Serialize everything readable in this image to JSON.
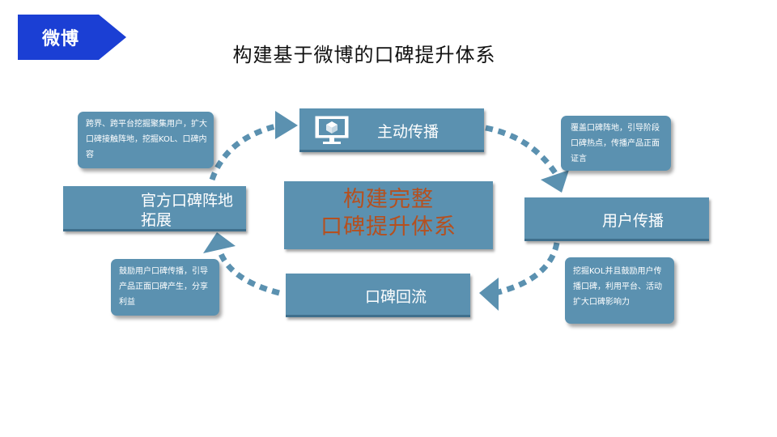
{
  "tag": {
    "label": "微博",
    "color": "#1b3fd4"
  },
  "title": "构建基于微博的口碑提升体系",
  "center": {
    "line1": "构建完整",
    "line2": "口碑提升体系"
  },
  "boxes": {
    "main": "主动传播",
    "user": "用户传播",
    "loop": "口碑回流",
    "official": "官方口碑阵地拓展"
  },
  "notes": {
    "top_left": "跨界、跨平台挖掘聚集用户，扩大口碑接触阵地，挖掘KOL、口碑内容",
    "top_right": "覆盖口碑阵地，引导阶段口碑热点，传播产品正面证言",
    "bottom_left": "鼓励用户口碑传播，引导产品正面口碑产生，分享利益",
    "bottom_right": "挖掘KOL并且鼓励用户传播口碑，利用平台、活动扩大口碑影响力"
  },
  "icons": {
    "main_box_icon": "monitor-icon"
  },
  "colors": {
    "box": "#5b91b0",
    "arrow": "#5b91b0",
    "center_text": "#b5501f"
  }
}
